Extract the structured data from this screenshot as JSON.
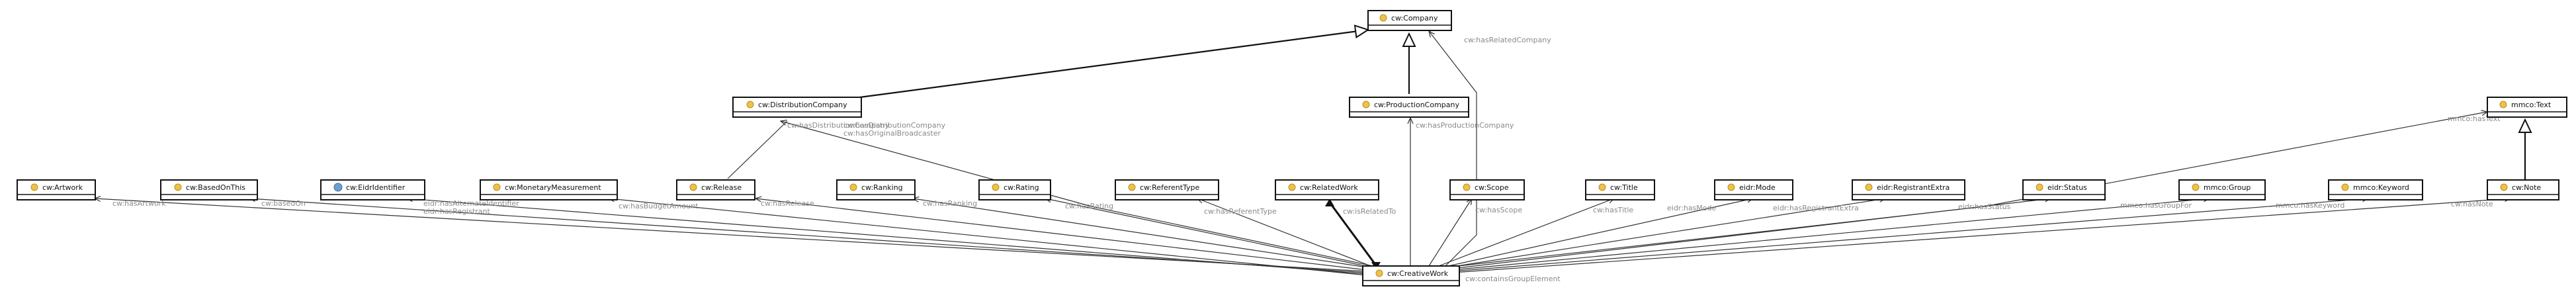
{
  "diagram": {
    "colors": {
      "class_icon": "#f0c04a",
      "class_icon_border": "#b8901f",
      "datatype_icon": "#6f9fcf"
    },
    "nodes": {
      "company": {
        "label": "cw:Company",
        "icon": "class-icon"
      },
      "distribution_company": {
        "label": "cw:DistributionCompany",
        "icon": "class-icon"
      },
      "production_company": {
        "label": "cw:ProductionCompany",
        "icon": "class-icon"
      },
      "text": {
        "label": "mmco:Text",
        "icon": "class-icon"
      },
      "artwork": {
        "label": "cw:Artwork",
        "icon": "class-icon"
      },
      "based_on_this": {
        "label": "cw:BasedOnThis",
        "icon": "class-icon"
      },
      "eidr_identifier": {
        "label": "cw:EidrIdentifier",
        "icon": "globe-icon"
      },
      "monetary_measurement": {
        "label": "cw:MonetaryMeasurement",
        "icon": "class-icon"
      },
      "release": {
        "label": "cw:Release",
        "icon": "class-icon"
      },
      "ranking": {
        "label": "cw:Ranking",
        "icon": "class-icon"
      },
      "rating": {
        "label": "cw:Rating",
        "icon": "class-icon"
      },
      "referent_type": {
        "label": "cw:ReferentType",
        "icon": "class-icon"
      },
      "related_work": {
        "label": "cw:RelatedWork",
        "icon": "class-icon"
      },
      "scope": {
        "label": "cw:Scope",
        "icon": "class-icon"
      },
      "title": {
        "label": "cw:Title",
        "icon": "class-icon"
      },
      "mode": {
        "label": "eidr:Mode",
        "icon": "class-icon"
      },
      "registrant_extra": {
        "label": "eidr:RegistrantExtra",
        "icon": "class-icon"
      },
      "status": {
        "label": "eidr:Status",
        "icon": "class-icon"
      },
      "group": {
        "label": "mmco:Group",
        "icon": "class-icon"
      },
      "keyword": {
        "label": "mmco:Keyword",
        "icon": "class-icon"
      },
      "note": {
        "label": "cw:Note",
        "icon": "class-icon"
      },
      "creative_work": {
        "label": "cw:CreativeWork",
        "icon": "class-icon"
      }
    },
    "edges": {
      "has_related_company": {
        "label": "cw:hasRelatedCompany"
      },
      "has_distribution_company": {
        "label": "cw:hasDistributionCompany"
      },
      "has_distributor": {
        "label": "cw:hasDistributionCompany"
      },
      "has_original_broadcaster": {
        "label": "cw:hasOriginalBroadcaster"
      },
      "has_production_company": {
        "label": "cw:hasProductionCompany"
      },
      "has_text": {
        "label": "mmco:hasText"
      },
      "has_artwork": {
        "label": "cw:hasArtwork"
      },
      "based_on": {
        "label": "cw:basedOn"
      },
      "has_alternate_identifier": {
        "label": "eidr:hasAlternateIdentifier"
      },
      "has_registrant": {
        "label": "eidr:hasRegistrant"
      },
      "has_budget_amount": {
        "label": "cw:hasBudgetAmount"
      },
      "has_release": {
        "label": "cw:hasRelease"
      },
      "has_ranking": {
        "label": "cw:hasRanking"
      },
      "has_rating": {
        "label": "cw:hasRating"
      },
      "has_referent_type": {
        "label": "cw:hasReferentType"
      },
      "is_related_to": {
        "label": "cw:isRelatedTo"
      },
      "has_scope": {
        "label": "cw:hasScope"
      },
      "has_title": {
        "label": "cw:hasTitle"
      },
      "has_mode": {
        "label": "eidr:hasMode"
      },
      "has_registrant_extra": {
        "label": "eidr:hasRegistrantExtra"
      },
      "has_status": {
        "label": "eidr:hasStatus"
      },
      "has_group_for": {
        "label": "mmco:hasGroupFor"
      },
      "has_keyword": {
        "label": "mmco:hasKeyword"
      },
      "has_note": {
        "label": "cw:hasNote"
      },
      "contains_group_element": {
        "label": "cw:containsGroupElement"
      }
    }
  }
}
